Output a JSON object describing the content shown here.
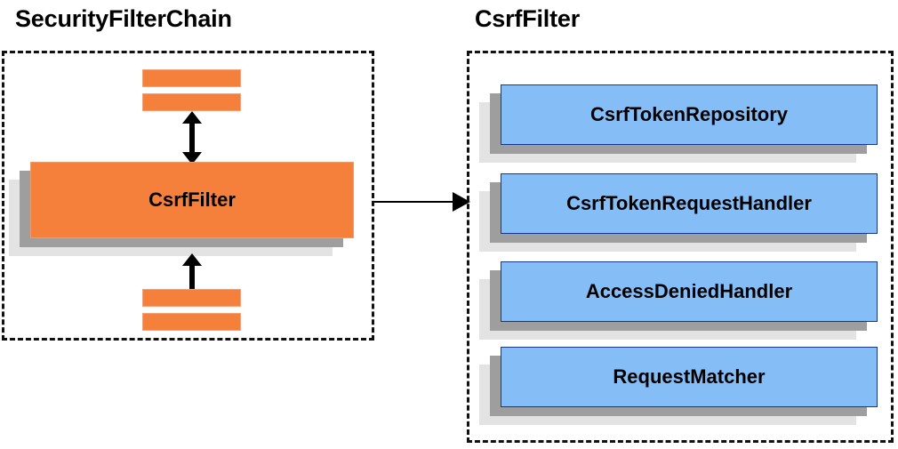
{
  "diagram": {
    "title_left": "SecurityFilterChain",
    "title_right": "CsrfFilter",
    "colors": {
      "orange_fill": "#F4803C",
      "orange_border": "#F3A078",
      "blue_fill": "#85BDF7",
      "blue_border": "#16388C",
      "shadow_mid": "#9E9E9E",
      "shadow_back": "#E3E3E3",
      "outline": "#111111",
      "text": "#000000"
    },
    "left_panel": {
      "name": "SecurityFilterChain",
      "top_filters": [
        "",
        ""
      ],
      "highlighted_filter": "CsrfFilter",
      "bottom_filters": [
        "",
        ""
      ],
      "arrow_top": "double-headed-vertical-arrow",
      "arrow_bottom": "double-headed-vertical-arrow"
    },
    "connector": {
      "label": "",
      "kind": "arrow-right",
      "from": "CsrfFilter",
      "to": "CsrfFilter collaborators"
    },
    "right_panel": {
      "name": "CsrfFilter",
      "components": [
        {
          "label": "CsrfTokenRepository"
        },
        {
          "label": "CsrfTokenRequestHandler"
        },
        {
          "label": "AccessDeniedHandler"
        },
        {
          "label": "RequestMatcher"
        }
      ]
    }
  }
}
